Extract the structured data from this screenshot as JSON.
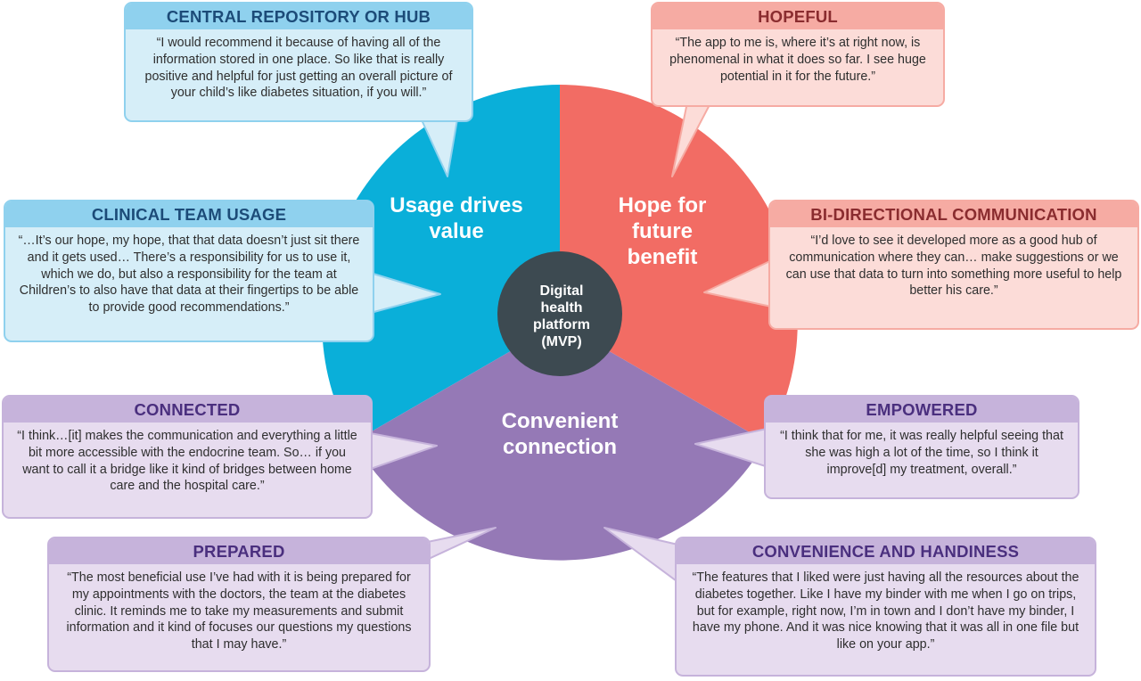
{
  "center": {
    "label": "Digital\nhealth\nplatform\n(MVP)",
    "color": "#3d4a51"
  },
  "segments": [
    {
      "id": "usage",
      "label": "Usage drives value",
      "color": "#0aafd9"
    },
    {
      "id": "hope",
      "label": "Hope for future benefit",
      "color": "#f26c64"
    },
    {
      "id": "convenient",
      "label": "Convenient connection",
      "color": "#9579b6"
    }
  ],
  "cards": {
    "central": {
      "title": "CENTRAL REPOSITORY OR HUB",
      "quote": "“I would recommend it because of having all of the information stored in one place. So like that is really positive and helpful for just getting an overall picture of your child’s like diabetes situation, if you will.”"
    },
    "hopeful": {
      "title": "HOPEFUL",
      "quote": "“The app to me is, where it’s at right now, is phenomenal in what it does so far. I see huge potential in it for the future.”"
    },
    "clinical": {
      "title": "CLINICAL TEAM USAGE",
      "quote": "“…It’s our hope, my hope, that that data doesn’t just sit there and it gets used… There’s a responsibility for us to use it, which we do, but also a responsibility for the team at Children’s to also have that data at their fingertips to be able to provide good recommendations.”"
    },
    "bidir": {
      "title": "BI-DIRECTIONAL COMMUNICATION",
      "quote": "“I’d love to see it developed more as a good hub of communication where they can… make suggestions or we can use that data to turn into something more useful to help better his care.”"
    },
    "connected": {
      "title": "CONNECTED",
      "quote": "“I think…[it] makes the communication and everything a little bit more accessible with the endocrine team. So… if you want to call it a bridge like it kind of bridges between home care and the hospital care.”"
    },
    "empowered": {
      "title": "EMPOWERED",
      "quote": "“I think that for me, it was really helpful seeing that she was high a lot of the time, so I think it improve[d] my treatment, overall.”"
    },
    "prepared": {
      "title": "PREPARED",
      "quote": "“The most beneficial use I’ve had with it is being prepared for my appointments with the doctors, the team at the diabetes clinic. It reminds me to take my measurements and submit information and it kind of focuses our questions my questions that I may have.”"
    },
    "convenience": {
      "title": "CONVENIENCE AND HANDINESS",
      "quote": "“The features that I liked were just having all the resources about the diabetes together. Like I have my binder with me when I go on trips, but for example, right now, I’m in town and I don’t have my binder, I have my phone. And it was nice knowing that it was all in one file but like on your app.”"
    }
  }
}
